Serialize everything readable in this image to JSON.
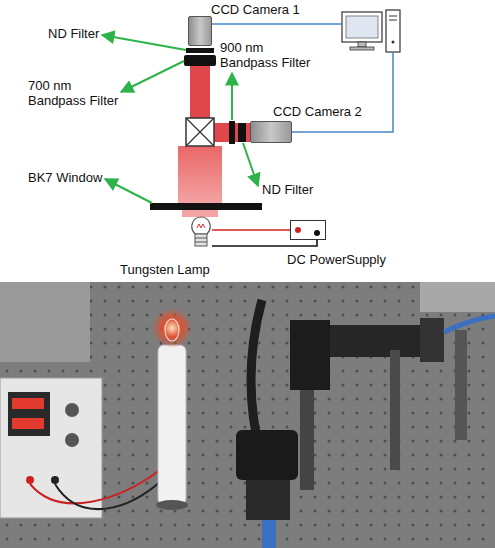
{
  "diagram": {
    "nodes": [
      {
        "text": [
          "CCD Camera 1"
        ]
      },
      {
        "text": [
          "CCD Camera 2"
        ]
      },
      {
        "text": [
          "Tungsten Lamp"
        ]
      },
      {
        "text": [
          "DC PowerSupply"
        ]
      }
    ],
    "edges": [
      {
        "from": 2,
        "to": 3,
        "arrow": "none"
      },
      {
        "from": 2,
        "to": 3,
        "arrow": "none"
      }
    ],
    "labels": [
      "ND Filter",
      "900 nm Bandpass Filter",
      "700 nm Bandpass Filter",
      "BK7 Window",
      "ND Filter"
    ]
  }
}
